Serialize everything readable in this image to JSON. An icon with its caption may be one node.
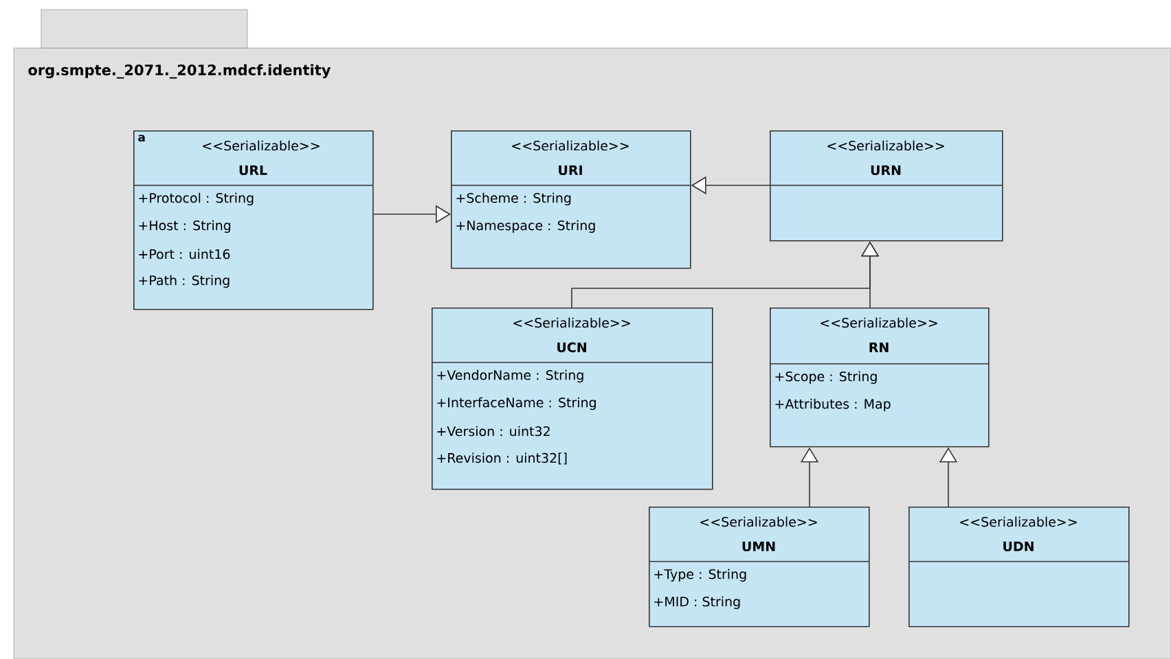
{
  "diagram": {
    "nodes": [
      {
        "text": [
          "org.smpte._2071._2012.mdcf.identity"
        ]
      },
      {
        "text": [
          "<<Serializable>>",
          "URL",
          "+Protocol : String",
          "+Host : String",
          "+Port : uint16",
          "+Path : String"
        ],
        "in": 0
      },
      {
        "text": [
          "<<Serializable>>",
          "URI",
          "+Scheme : String",
          "+Namespace : String"
        ],
        "in": 0
      },
      {
        "text": [
          "<<Serializable>>",
          "URN"
        ],
        "in": 0
      },
      {
        "text": [
          "<<Serializable>>",
          "UCN",
          "+VendorName : String",
          "+InterfaceName : String",
          "+Version : uint32",
          "+Revision : uint32[]"
        ],
        "in": 0
      },
      {
        "text": [
          "<<Serializable>>",
          "RN",
          "+Scope : String",
          "+Attributes : Map"
        ],
        "in": 0
      },
      {
        "text": [
          "<<Serializable>>",
          "UMN",
          "+Type : String",
          "+MID : String"
        ],
        "in": 0
      },
      {
        "text": [
          "<<Serializable>>",
          "UDN"
        ],
        "in": 0
      }
    ],
    "edges": [
      {
        "from": 1,
        "to": 2,
        "arrow": "to"
      },
      {
        "from": 3,
        "to": 2,
        "arrow": "to"
      },
      {
        "from": 4,
        "to": 3,
        "arrow": "to"
      },
      {
        "from": 5,
        "to": 3,
        "arrow": "to"
      },
      {
        "from": 6,
        "to": 5,
        "arrow": "to"
      },
      {
        "from": 7,
        "to": 5,
        "arrow": "to"
      }
    ],
    "labels": [
      "a"
    ]
  }
}
